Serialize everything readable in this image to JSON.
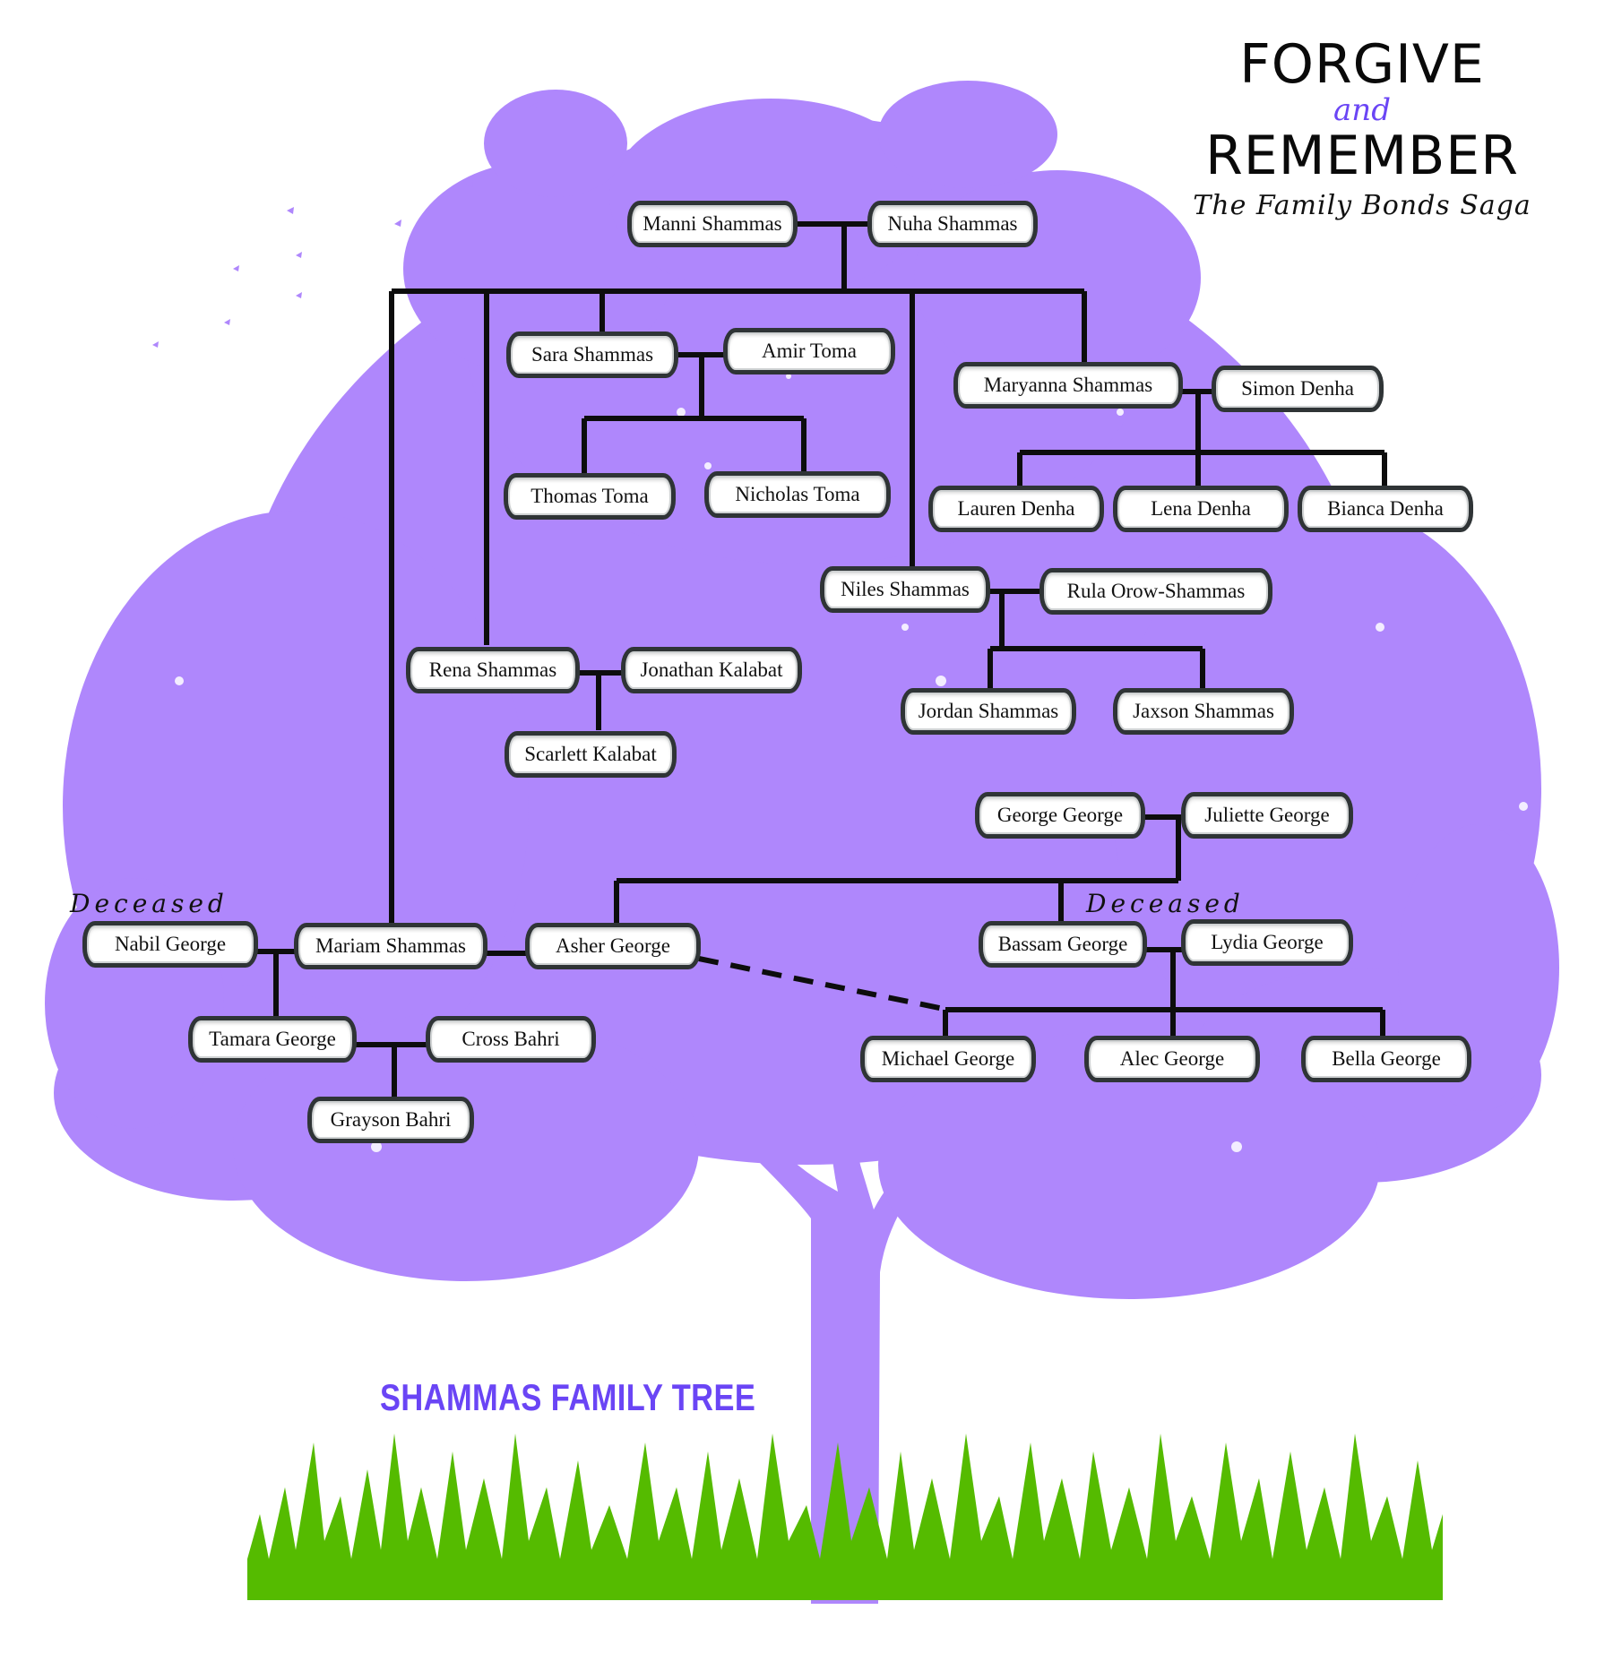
{
  "header": {
    "title_line1": "FORGIVE",
    "title_connector": "and",
    "title_line2": "REMEMBER",
    "subtitle": "The Family Bonds Saga"
  },
  "tree_label": "SHAMMAS FAMILY TREE",
  "deceased_label": "Deceased",
  "colors": {
    "foliage": "#af87fc",
    "trunk": "#af87fc",
    "grass": "#55bb00",
    "title_accent": "#6a45f5",
    "connector": "#0d0d0d",
    "node_border": "#2f3436"
  },
  "people": {
    "manni": "Manni Shammas",
    "nuha": "Nuha Shammas",
    "sara": "Sara Shammas",
    "amir": "Amir Toma",
    "thomas": "Thomas Toma",
    "nicholas": "Nicholas Toma",
    "maryanna": "Maryanna Shammas",
    "simon": "Simon Denha",
    "lauren": "Lauren Denha",
    "lena": "Lena Denha",
    "bianca": "Bianca Denha",
    "niles": "Niles Shammas",
    "rula": "Rula Orow-Shammas",
    "jordan": "Jordan Shammas",
    "jaxson": "Jaxson Shammas",
    "rena": "Rena Shammas",
    "jonathan": "Jonathan Kalabat",
    "scarlett": "Scarlett Kalabat",
    "george": "George George",
    "juliette": "Juliette George",
    "bassam": "Bassam George",
    "lydia": "Lydia George",
    "michael": "Michael George",
    "alec": "Alec George",
    "bella": "Bella George",
    "nabil": "Nabil George",
    "mariam": "Mariam Shammas",
    "asher": "Asher George",
    "tamara": "Tamara George",
    "cross": "Cross Bahri",
    "grayson": "Grayson Bahri"
  }
}
